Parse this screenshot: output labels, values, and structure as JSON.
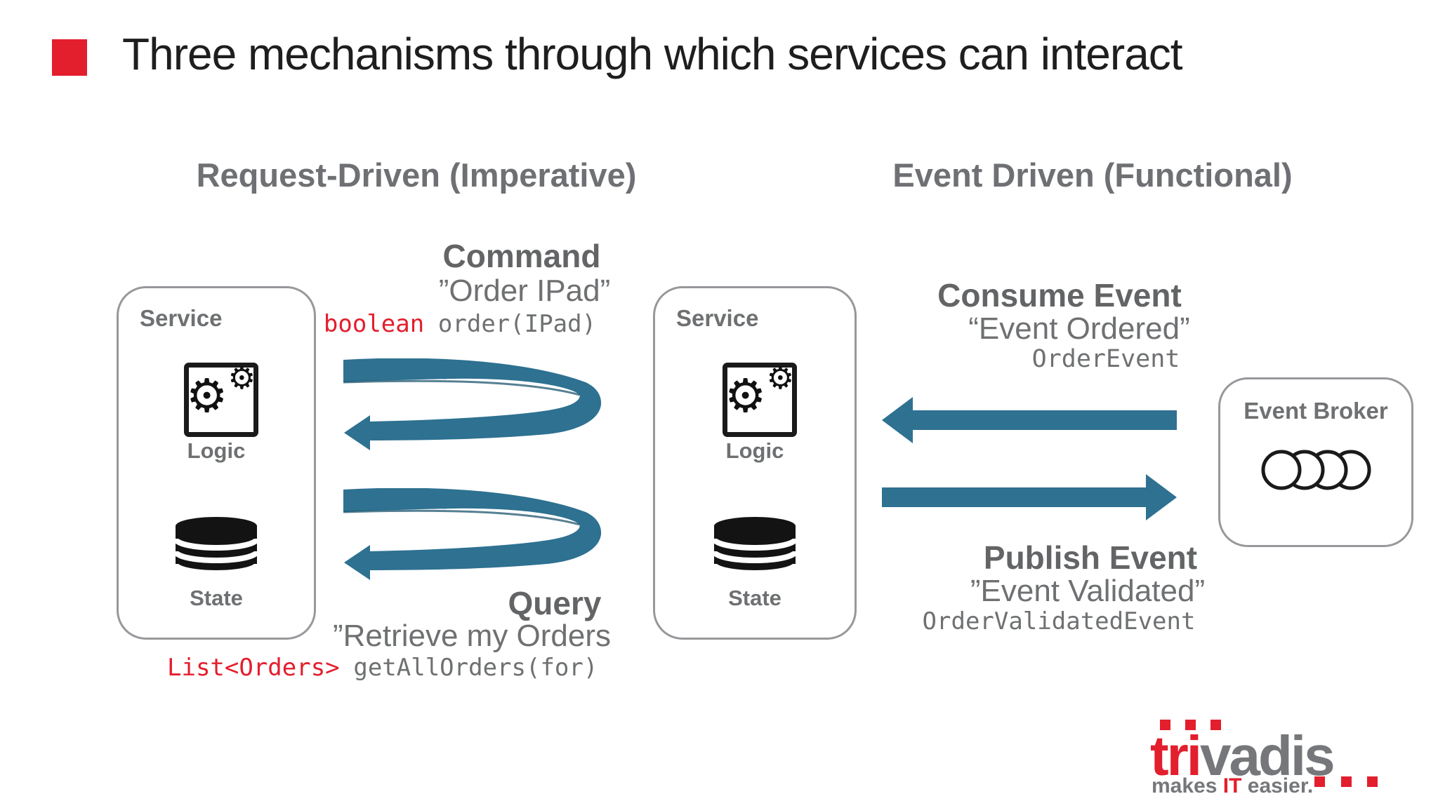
{
  "slide": {
    "title": "Three mechanisms through which services can interact",
    "colors": {
      "accent_red": "#E31E2D",
      "text_gray": "#6E7072",
      "arrow_teal": "#2E7191",
      "border_gray": "#97989B"
    }
  },
  "sections": {
    "left_header": "Request-Driven (Imperative)",
    "right_header": "Event Driven (Functional)"
  },
  "left": {
    "command": {
      "label": "Command",
      "quote": "”Order IPad”",
      "code_keyword": "boolean",
      "code_rest": "order(IPad)"
    },
    "query": {
      "label": "Query",
      "quote": "”Retrieve my Orders",
      "code_keyword": "List<Orders>",
      "code_rest": "getAllOrders(for)"
    }
  },
  "right": {
    "consume": {
      "label": "Consume Event",
      "quote": "“Event Ordered”",
      "code": "OrderEvent"
    },
    "publish": {
      "label": "Publish Event",
      "quote": "”Event Validated”",
      "code": "OrderValidatedEvent"
    }
  },
  "service_box": {
    "title": "Service",
    "logic_label": "Logic",
    "state_label": "State"
  },
  "event_broker": {
    "title": "Event Broker"
  },
  "icons": {
    "gear_glyph": "⚙"
  },
  "logo": {
    "word_red": "tri",
    "word_gray": "vadis",
    "tagline_pre": "makes ",
    "tagline_it": "IT",
    "tagline_post": " easier."
  }
}
